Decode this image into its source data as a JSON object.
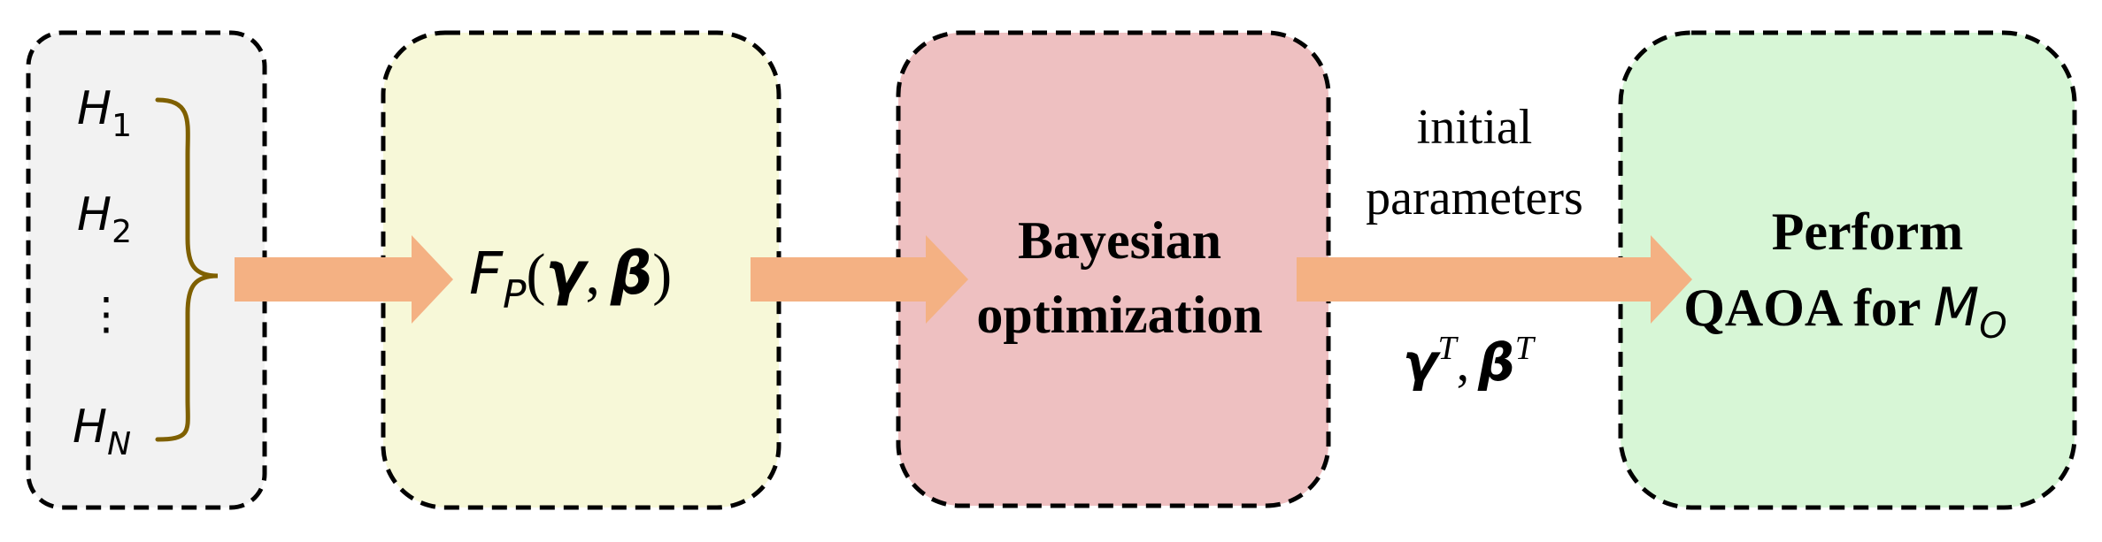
{
  "hamiltonians": {
    "items": [
      {
        "base": "H",
        "sub": "1"
      },
      {
        "base": "H",
        "sub": "2"
      },
      {
        "base": "H",
        "sub": "N"
      }
    ],
    "ellipsis": "⋮"
  },
  "function_box": {
    "F": "F",
    "sub": "P",
    "open": "(",
    "gamma": "γ",
    "comma": ",",
    "beta": "β",
    "close": ")"
  },
  "bayesian_box": {
    "line1": "Bayesian",
    "line2": "optimization"
  },
  "edge_label": {
    "line1": "initial",
    "line2": "parameters",
    "gamma": "γ",
    "gamma_sup": "T",
    "comma": ",",
    "beta": "β",
    "beta_sup": "T"
  },
  "qaoa_box": {
    "line1": "Perform",
    "line2": "QAOA for ",
    "M": "M",
    "M_sub": "O"
  },
  "colors": {
    "hamiltonian_box": "#f2f2f2",
    "function_box": "#f7f8d8",
    "bayesian_box": "#eec0c1",
    "qaoa_box": "#d7f6d6",
    "arrow": "#f4b183",
    "brace": "#7f6000",
    "border": "#000000"
  }
}
